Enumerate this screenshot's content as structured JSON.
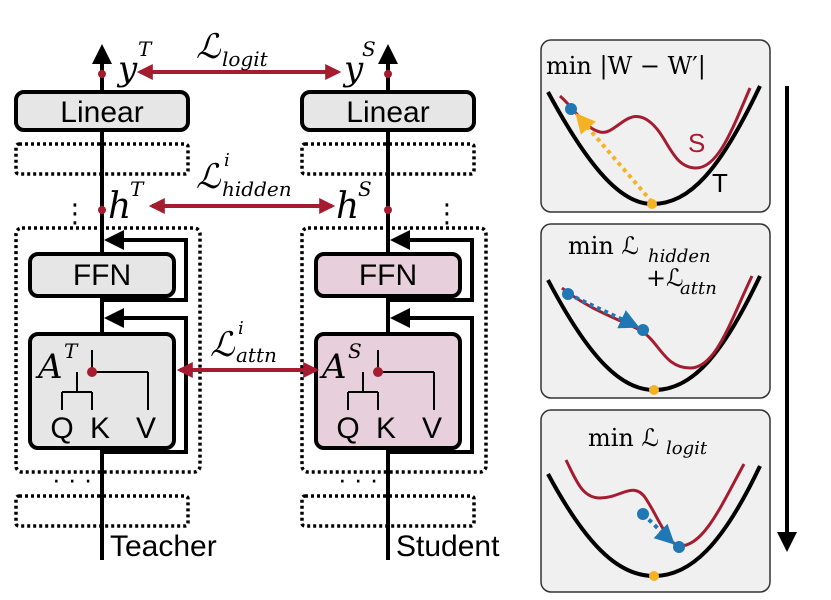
{
  "labels": {
    "linear": "Linear",
    "ffn": "FFN",
    "q": "Q",
    "k": "K",
    "v": "V",
    "teacher": "Teacher",
    "student": "Student",
    "y_teacher": "y",
    "y_teacher_sup": "T",
    "y_student": "y",
    "y_student_sup": "S",
    "h_teacher": "h",
    "h_teacher_sup": "T",
    "h_student": "h",
    "h_student_sup": "S",
    "a_teacher": "A",
    "a_teacher_sup": "T",
    "a_student": "A",
    "a_student_sup": "S"
  },
  "losses": {
    "logit": "ℒ",
    "logit_sub": "logit",
    "hidden": "ℒ",
    "hidden_sub": "hidden",
    "hidden_sup": "i",
    "attn": "ℒ",
    "attn_sub": "attn",
    "attn_sup": "i"
  },
  "panels": {
    "p1_title": "min |W − W′|",
    "p1_s_label": "S",
    "p1_t_label": "T",
    "p2_line1_min": "min ℒ",
    "p2_line1_sub": "hidden",
    "p2_line2": "+ℒ",
    "p2_line2_sub": "attn",
    "p3_min": "min ℒ",
    "p3_sub": "logit"
  },
  "colors": {
    "red": "#a51c30",
    "blue": "#1f77b4",
    "orange": "#f5b323",
    "teacher_fill": "#e6e6e6",
    "student_fill": "#e7d0dc",
    "panel_fill": "#f0f0f0"
  }
}
